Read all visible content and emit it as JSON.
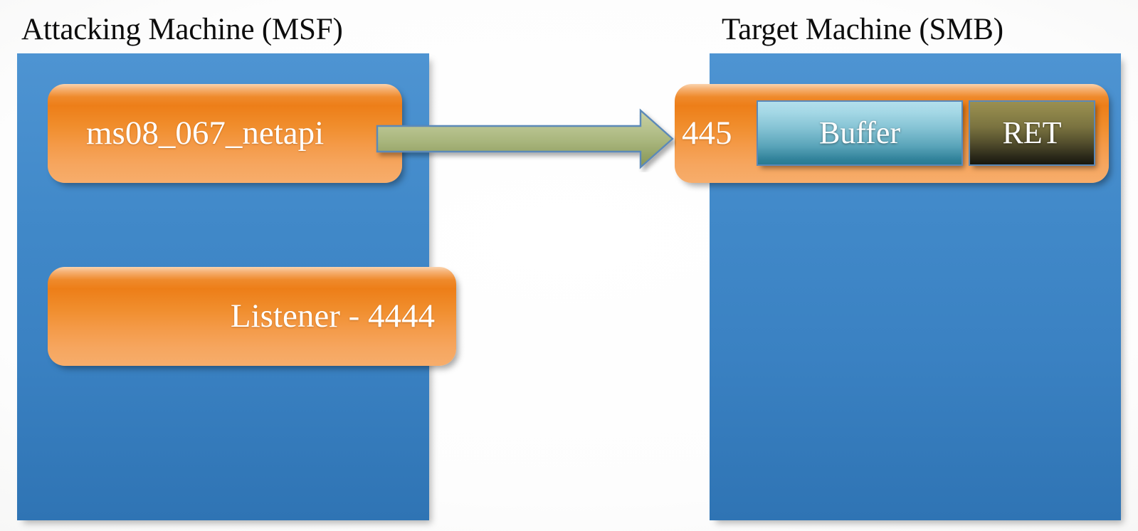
{
  "diagram": {
    "title_left": "Attacking Machine (MSF)",
    "title_right": "Target Machine (SMB)",
    "panels": [
      {
        "name": "attacker",
        "label": "Attacking Machine (MSF)",
        "color": "#4189c9"
      },
      {
        "name": "target",
        "label": "Target Machine (SMB)",
        "color": "#4189c9"
      }
    ],
    "attacker": {
      "exploit_label": "ms08_067_netapi",
      "listener_label": "Listener - 4444"
    },
    "target": {
      "port_label": "445",
      "buffer_label": "Buffer",
      "ret_label": "RET"
    },
    "arrow": {
      "name": "exploit-flow-arrow",
      "direction": "left-to-right",
      "fill_top": "#b9c490",
      "fill_bottom": "#8f9e5d",
      "stroke": "#5b89b8"
    },
    "colors": {
      "panel_blue": "#4189c9",
      "box_orange": "#ef8a2c",
      "buffer_blue": "#85c3d4",
      "ret_olive": "#7a7340",
      "text_white": "#ffffff",
      "title_black": "#0d0d0d",
      "background": "#fdfdfd"
    }
  }
}
